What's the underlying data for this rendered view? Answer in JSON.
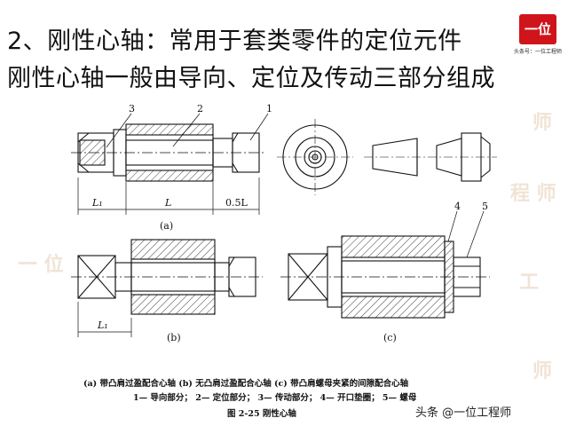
{
  "title_line1": "2、刚性心轴：常用于套类零件的定位元件",
  "title_line2": "刚性心轴一般由导向、定位及传动三部分组成",
  "logo": {
    "badge_text": "一位",
    "subtitle": "头条号：一位工程师"
  },
  "figure": {
    "callouts": [
      "1",
      "2",
      "3",
      "4",
      "5"
    ],
    "dims": {
      "l1": "L₁",
      "l": "L",
      "half_l": "0.5L",
      "l1_b": "L₁"
    },
    "sublabels": {
      "a": "(a)",
      "b": "(b)",
      "c": "(c)"
    },
    "caption_line1": "(a) 带凸肩过盈配合心轴    (b) 无凸肩过盈配合心轴    (c) 带凸肩螺母夹紧的间隙配合心轴",
    "caption_line2": "1— 导向部分；  2— 定位部分；  3— 传动部分；  4— 开口垫圈；  5— 螺母",
    "caption_line3": "图 2-25    刚性心轴"
  },
  "credit": "头条 @一位工程师",
  "colors": {
    "logo_red": "#d0141b",
    "watermark": "#f1e3d6"
  }
}
